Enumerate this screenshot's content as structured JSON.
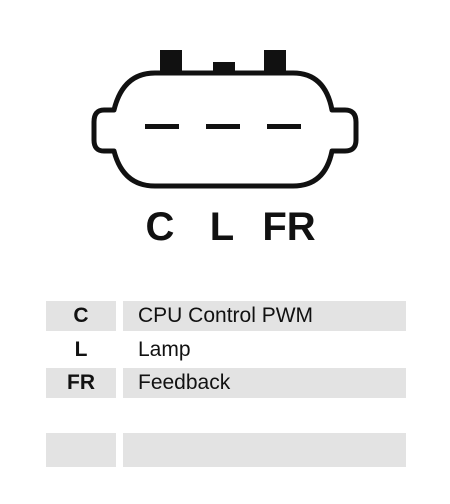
{
  "connector": {
    "pins": [
      "C",
      "L",
      "FR"
    ]
  },
  "pin_table": {
    "rows": [
      {
        "code": "C",
        "description": "CPU Control PWM",
        "shaded": true
      },
      {
        "code": "L",
        "description": "Lamp",
        "shaded": false
      },
      {
        "code": "FR",
        "description": "Feedback",
        "shaded": true
      },
      {
        "code": "",
        "description": "",
        "shaded": true
      }
    ]
  }
}
